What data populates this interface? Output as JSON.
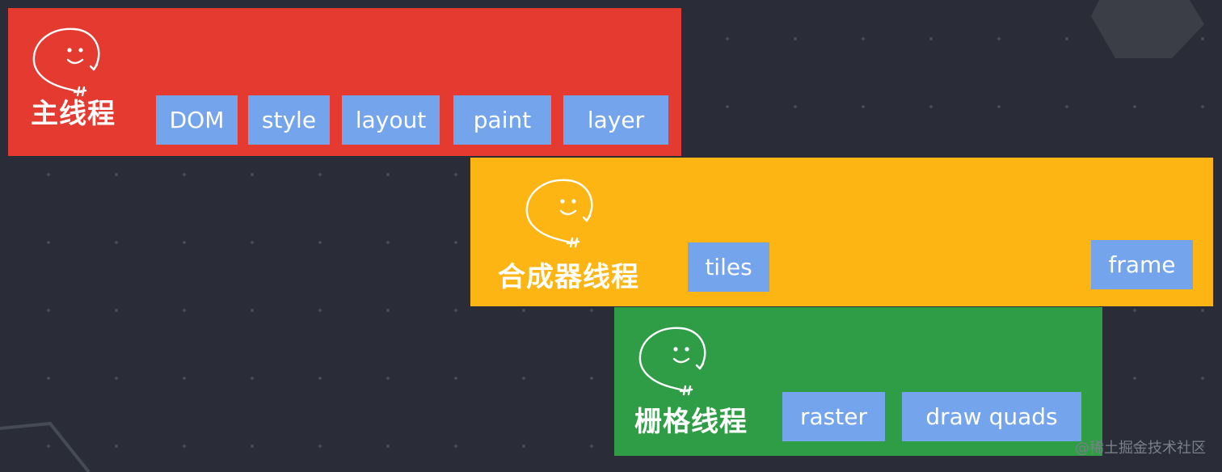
{
  "threads": {
    "main": {
      "title": "主线程",
      "color": "#e53a30",
      "steps": [
        "DOM",
        "style",
        "layout",
        "paint",
        "layer"
      ]
    },
    "compositor": {
      "title": "合成器线程",
      "color": "#fcb512",
      "steps": [
        "tiles",
        "frame"
      ]
    },
    "raster": {
      "title": "栅格线程",
      "color": "#2f9c46",
      "steps": [
        "raster",
        "draw quads"
      ]
    }
  },
  "chip_color": "#74a4ec",
  "background_color": "#2a2d37",
  "mascot_icon": "smiley-speech-bubble-icon",
  "watermark": "@稀土掘金技术社区"
}
